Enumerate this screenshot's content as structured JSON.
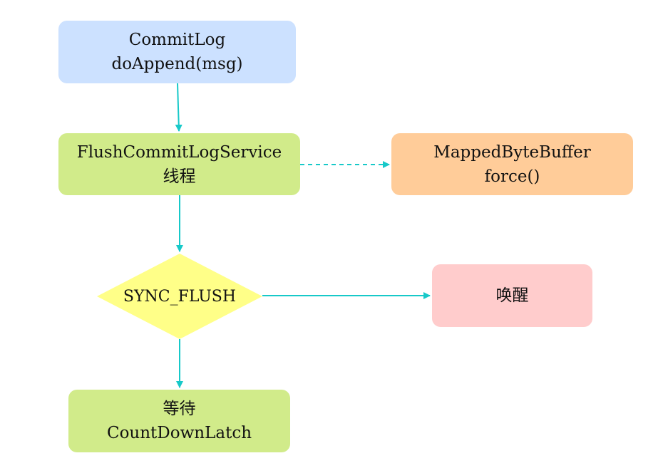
{
  "nodes": {
    "commitlog": {
      "line1": "CommitLog",
      "line2": "doAppend(msg)"
    },
    "flush_service": {
      "line1": "FlushCommitLogService",
      "line2": "线程"
    },
    "mapped_buffer": {
      "line1": "MappedByteBuffer",
      "line2": "force()"
    },
    "sync_flush": {
      "label": "SYNC_FLUSH"
    },
    "wakeup": {
      "label": "唤醒"
    },
    "wait": {
      "line1": "等待",
      "line2": "CountDownLatch"
    }
  },
  "colors": {
    "arrow": "#17c9c9",
    "commitlog_fill": "#cce1ff",
    "flush_fill": "#d1eb8a",
    "mapped_fill": "#ffcc99",
    "decision_fill": "#ffff88",
    "wakeup_fill": "#ffcccc",
    "wait_fill": "#d1eb8a"
  }
}
